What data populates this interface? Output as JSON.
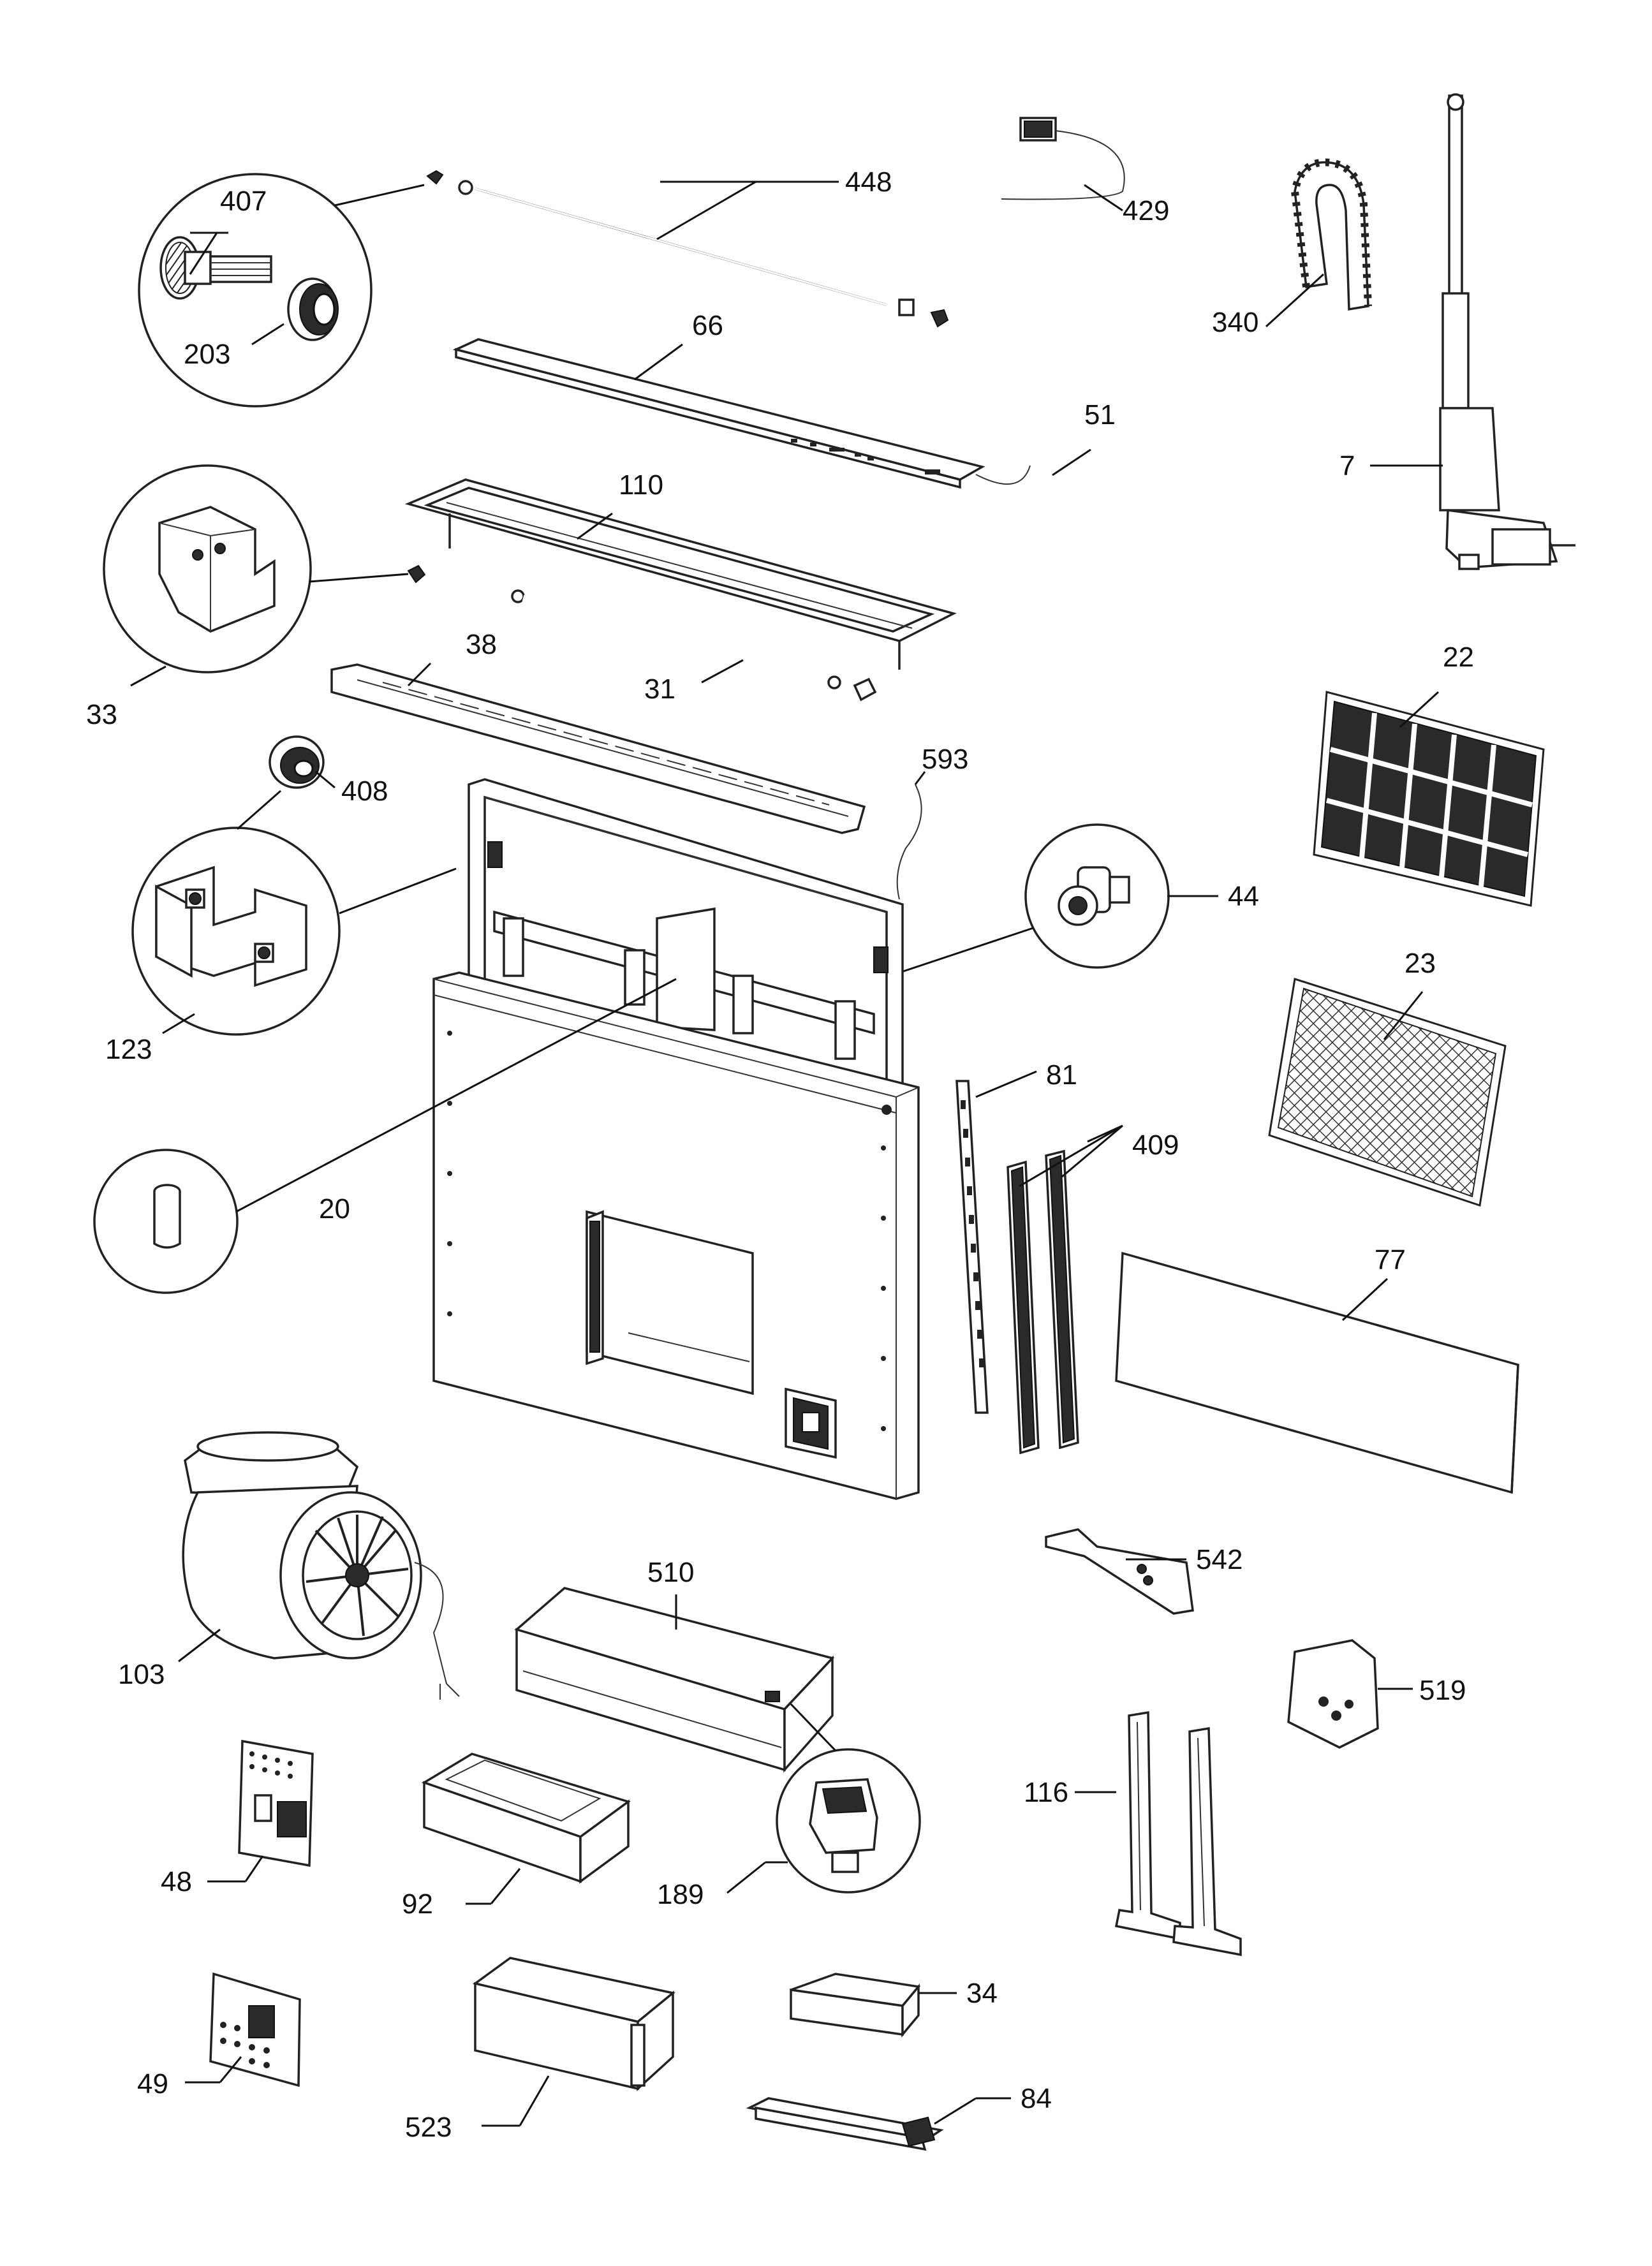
{
  "labels": {
    "p448": "448",
    "p429": "429",
    "p407": "407",
    "p203": "203",
    "p66": "66",
    "p340": "340",
    "p51": "51",
    "p7": "7",
    "p110": "110",
    "p33": "33",
    "p38": "38",
    "p31": "31",
    "p22": "22",
    "p408": "408",
    "p593": "593",
    "p44": "44",
    "p123": "123",
    "p23": "23",
    "p81": "81",
    "p409": "409",
    "p20": "20",
    "p77": "77",
    "p542": "542",
    "p510": "510",
    "p103": "103",
    "p519": "519",
    "p116": "116",
    "p48": "48",
    "p92": "92",
    "p189": "189",
    "p34": "34",
    "p49": "49",
    "p523": "523",
    "p84": "84"
  }
}
